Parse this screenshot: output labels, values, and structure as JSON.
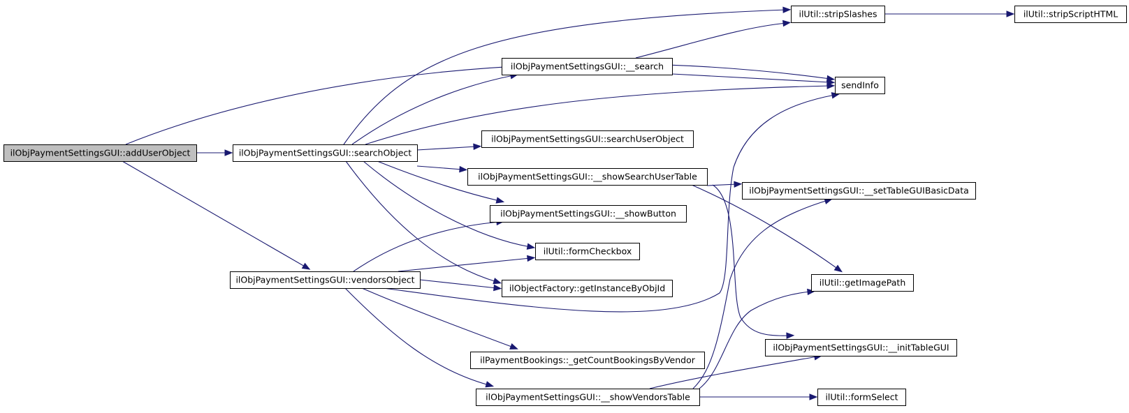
{
  "diagram": {
    "type": "call-graph",
    "nodes": [
      {
        "id": "addUserObject",
        "label": "ilObjPaymentSettingsGUI::addUserObject",
        "root": true
      },
      {
        "id": "searchObject",
        "label": "ilObjPaymentSettingsGUI::searchObject"
      },
      {
        "id": "vendorsObject",
        "label": "ilObjPaymentSettingsGUI::vendorsObject"
      },
      {
        "id": "stripSlashes",
        "label": "ilUtil::stripSlashes"
      },
      {
        "id": "stripScriptHTML",
        "label": "ilUtil::stripScriptHTML"
      },
      {
        "id": "search",
        "label": "ilObjPaymentSettingsGUI::__search"
      },
      {
        "id": "sendInfo",
        "label": "sendInfo"
      },
      {
        "id": "searchUserObject",
        "label": "ilObjPaymentSettingsGUI::searchUserObject"
      },
      {
        "id": "showSearchUserTable",
        "label": "ilObjPaymentSettingsGUI::__showSearchUserTable"
      },
      {
        "id": "setTableGUIBasicData",
        "label": "ilObjPaymentSettingsGUI::__setTableGUIBasicData"
      },
      {
        "id": "showButton",
        "label": "ilObjPaymentSettingsGUI::__showButton"
      },
      {
        "id": "formCheckbox",
        "label": "ilUtil::formCheckbox"
      },
      {
        "id": "getImagePath",
        "label": "ilUtil::getImagePath"
      },
      {
        "id": "getInstanceByObjId",
        "label": "ilObjectFactory::getInstanceByObjId"
      },
      {
        "id": "initTableGUI",
        "label": "ilObjPaymentSettingsGUI::__initTableGUI"
      },
      {
        "id": "getCountBookingsByVendor",
        "label": "ilPaymentBookings::_getCountBookingsByVendor"
      },
      {
        "id": "showVendorsTable",
        "label": "ilObjPaymentSettingsGUI::__showVendorsTable"
      },
      {
        "id": "formSelect",
        "label": "ilUtil::formSelect"
      }
    ],
    "edges": [
      [
        "addUserObject",
        "searchObject"
      ],
      [
        "addUserObject",
        "sendInfo"
      ],
      [
        "addUserObject",
        "vendorsObject"
      ],
      [
        "searchObject",
        "stripSlashes"
      ],
      [
        "searchObject",
        "search"
      ],
      [
        "searchObject",
        "sendInfo"
      ],
      [
        "searchObject",
        "searchUserObject"
      ],
      [
        "searchObject",
        "showSearchUserTable"
      ],
      [
        "searchObject",
        "showButton"
      ],
      [
        "searchObject",
        "formCheckbox"
      ],
      [
        "searchObject",
        "getInstanceByObjId"
      ],
      [
        "search",
        "stripSlashes"
      ],
      [
        "search",
        "sendInfo"
      ],
      [
        "stripSlashes",
        "stripScriptHTML"
      ],
      [
        "showSearchUserTable",
        "setTableGUIBasicData"
      ],
      [
        "showSearchUserTable",
        "getImagePath"
      ],
      [
        "showSearchUserTable",
        "initTableGUI"
      ],
      [
        "vendorsObject",
        "showButton"
      ],
      [
        "vendorsObject",
        "formCheckbox"
      ],
      [
        "vendorsObject",
        "getInstanceByObjId"
      ],
      [
        "vendorsObject",
        "sendInfo"
      ],
      [
        "vendorsObject",
        "getCountBookingsByVendor"
      ],
      [
        "vendorsObject",
        "showVendorsTable"
      ],
      [
        "showVendorsTable",
        "setTableGUIBasicData"
      ],
      [
        "showVendorsTable",
        "getImagePath"
      ],
      [
        "showVendorsTable",
        "initTableGUI"
      ],
      [
        "showVendorsTable",
        "formSelect"
      ]
    ]
  }
}
